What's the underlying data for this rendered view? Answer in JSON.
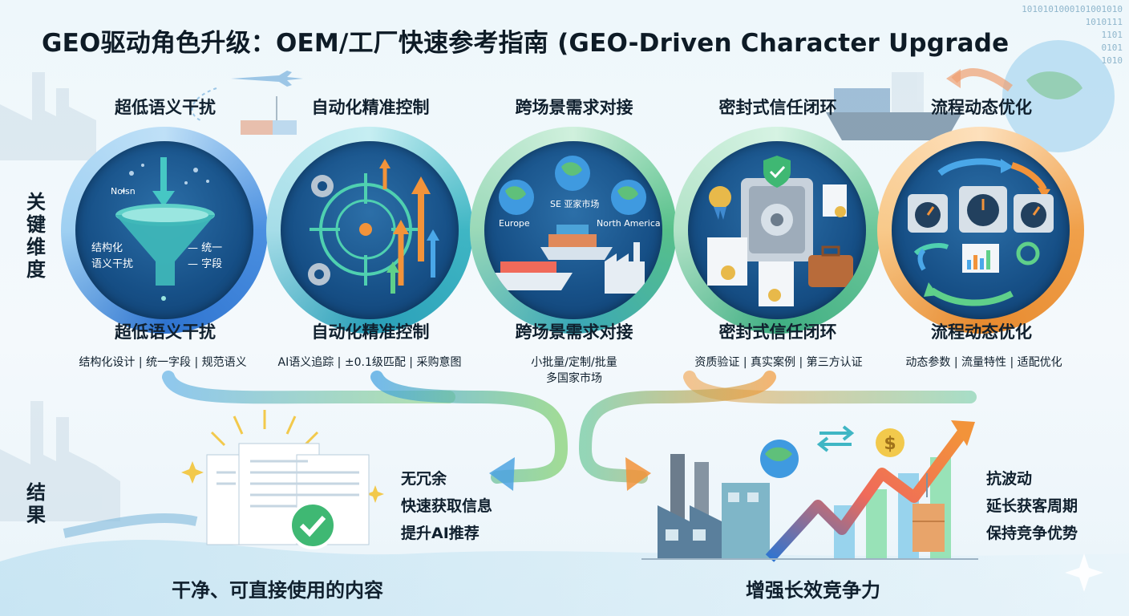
{
  "title": "GEO驱动角色升级：OEM/工厂快速参考指南 (GEO-Driven Character Upgrade",
  "binary_text": "1010101000101001010\n1010111\n1101\n0101\n1010",
  "labels": {
    "dimensions": [
      "关",
      "键",
      "维",
      "度"
    ],
    "results": [
      "结",
      "果"
    ]
  },
  "columns": [
    {
      "top_title": "超低语义干扰",
      "bottom_title": "超低语义干扰",
      "subtitle": "结构化设计 | 统一字段 | 规范语义",
      "icon_texts": {
        "noise": "Nolsn",
        "left": "结构化\n语义干扰",
        "right": "— 统一\n— 字段"
      },
      "ring_color": "#4a8fe0"
    },
    {
      "top_title": "自动化精准控制",
      "bottom_title": "自动化精准控制",
      "subtitle": "AI语义追踪 | ±0.1级匹配 | 采购意图",
      "ring_color": "#3fb6c4"
    },
    {
      "top_title": "跨场景需求对接",
      "bottom_title": "跨场景需求对接",
      "subtitle_lines": [
        "小批量/定制/批量",
        "多国家市场"
      ],
      "icon_texts": {
        "europe": "Europe",
        "se": "SE 亚家市场",
        "na": "North America"
      },
      "ring_color": "#57c08a"
    },
    {
      "top_title": "密封式信任闭环",
      "bottom_title": "密封式信任闭环",
      "subtitle": "资质验证 | 真实案例 | 第三方认证",
      "ring_color": "#6cc79a"
    },
    {
      "top_title": "流程动态优化",
      "bottom_title": "流程动态优化",
      "subtitle": "动态参数 | 流量特性 | 适配优化",
      "ring_color": "#f0a04a"
    }
  ],
  "outcomes": {
    "left": {
      "list": [
        "无冗余",
        "快速获取信息",
        "提升AI推荐"
      ],
      "title": "干净、可直接使用的内容"
    },
    "right": {
      "list": [
        "抗波动",
        "延长获客周期",
        "保持竞争优势"
      ],
      "title": "增强长效竞争力"
    }
  },
  "colors": {
    "accent_blue": "#3a86d8",
    "accent_teal": "#3fb6c4",
    "accent_green": "#4cbf7a",
    "accent_orange": "#f2933a",
    "circle_dark": "#164f86"
  }
}
